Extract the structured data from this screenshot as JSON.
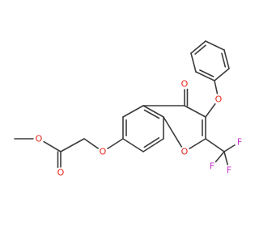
{
  "molecule": {
    "atoms": {
      "o_ether_methyl": {
        "symbol": "O",
        "color": "#e8261a"
      },
      "o_carbonyl_ester": {
        "symbol": "O",
        "color": "#e8261a"
      },
      "o_ether_aryl": {
        "symbol": "O",
        "color": "#e8261a"
      },
      "o_ketone": {
        "symbol": "O",
        "color": "#e8261a"
      },
      "o_ether_phenoxy": {
        "symbol": "O",
        "color": "#e8261a"
      },
      "o_ring": {
        "symbol": "O",
        "color": "#e8261a"
      },
      "f1": {
        "symbol": "F",
        "color": "#c832c8"
      },
      "f2": {
        "symbol": "F",
        "color": "#c832c8"
      },
      "f3": {
        "symbol": "F",
        "color": "#c832c8"
      }
    },
    "colors": {
      "bond": "#3c3c3c",
      "oxygen": "#e8261a",
      "fluorine": "#c832c8",
      "background": "#ffffff"
    }
  }
}
